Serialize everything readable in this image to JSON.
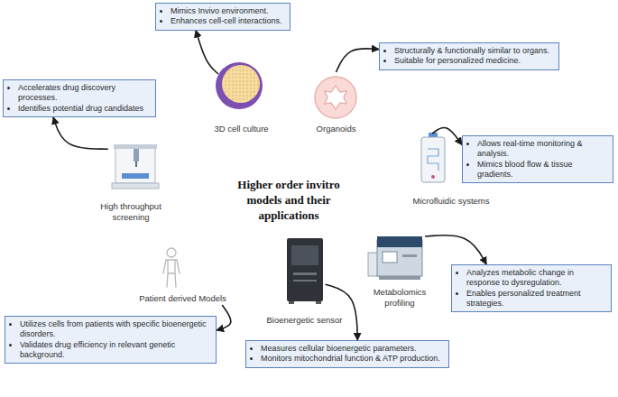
{
  "diagram": {
    "title": "Higher order invitro models and their applications",
    "nodes": [
      {
        "text": [
          "3D cell culture"
        ]
      },
      {
        "text": [
          "Mimics Invivo environment.",
          "Enhances cell-cell interactions."
        ]
      },
      {
        "text": [
          "Organoids"
        ]
      },
      {
        "text": [
          "Structurally & functionally similar to organs.",
          "Suitable for personalized medicine."
        ]
      },
      {
        "text": [
          "Microfluidic systems"
        ]
      },
      {
        "text": [
          "Allows real-time monitoring & analysis.",
          "Mimics blood flow & tissue gradients."
        ]
      },
      {
        "text": [
          "Metabolomics profiling"
        ]
      },
      {
        "text": [
          "Analyzes metabolic change in response to dysregulation.",
          "Enables personalized treatment strategies."
        ]
      },
      {
        "text": [
          "Bioenergetic sensor"
        ]
      },
      {
        "text": [
          "Measures cellular bioenergetic parameters.",
          "Monitors mitochondrial function & ATP production."
        ]
      },
      {
        "text": [
          "Patient derived Models"
        ]
      },
      {
        "text": [
          "Utilizes cells from patients with specific bioenergetic disorders.",
          "Validates drug efficiency in relevant genetic background."
        ]
      },
      {
        "text": [
          "High throughput screening"
        ]
      },
      {
        "text": [
          "Accelerates drug discovery processes.",
          "Identifies potential drug candidates"
        ]
      }
    ],
    "edges": [
      {
        "from": 0,
        "to": 1,
        "arrow": "to"
      },
      {
        "from": 2,
        "to": 3,
        "arrow": "to"
      },
      {
        "from": 4,
        "to": 5,
        "arrow": "to"
      },
      {
        "from": 6,
        "to": 7,
        "arrow": "to"
      },
      {
        "from": 8,
        "to": 9,
        "arrow": "to"
      },
      {
        "from": 10,
        "to": 11,
        "arrow": "to"
      },
      {
        "from": 12,
        "to": 13,
        "arrow": "to"
      }
    ]
  }
}
